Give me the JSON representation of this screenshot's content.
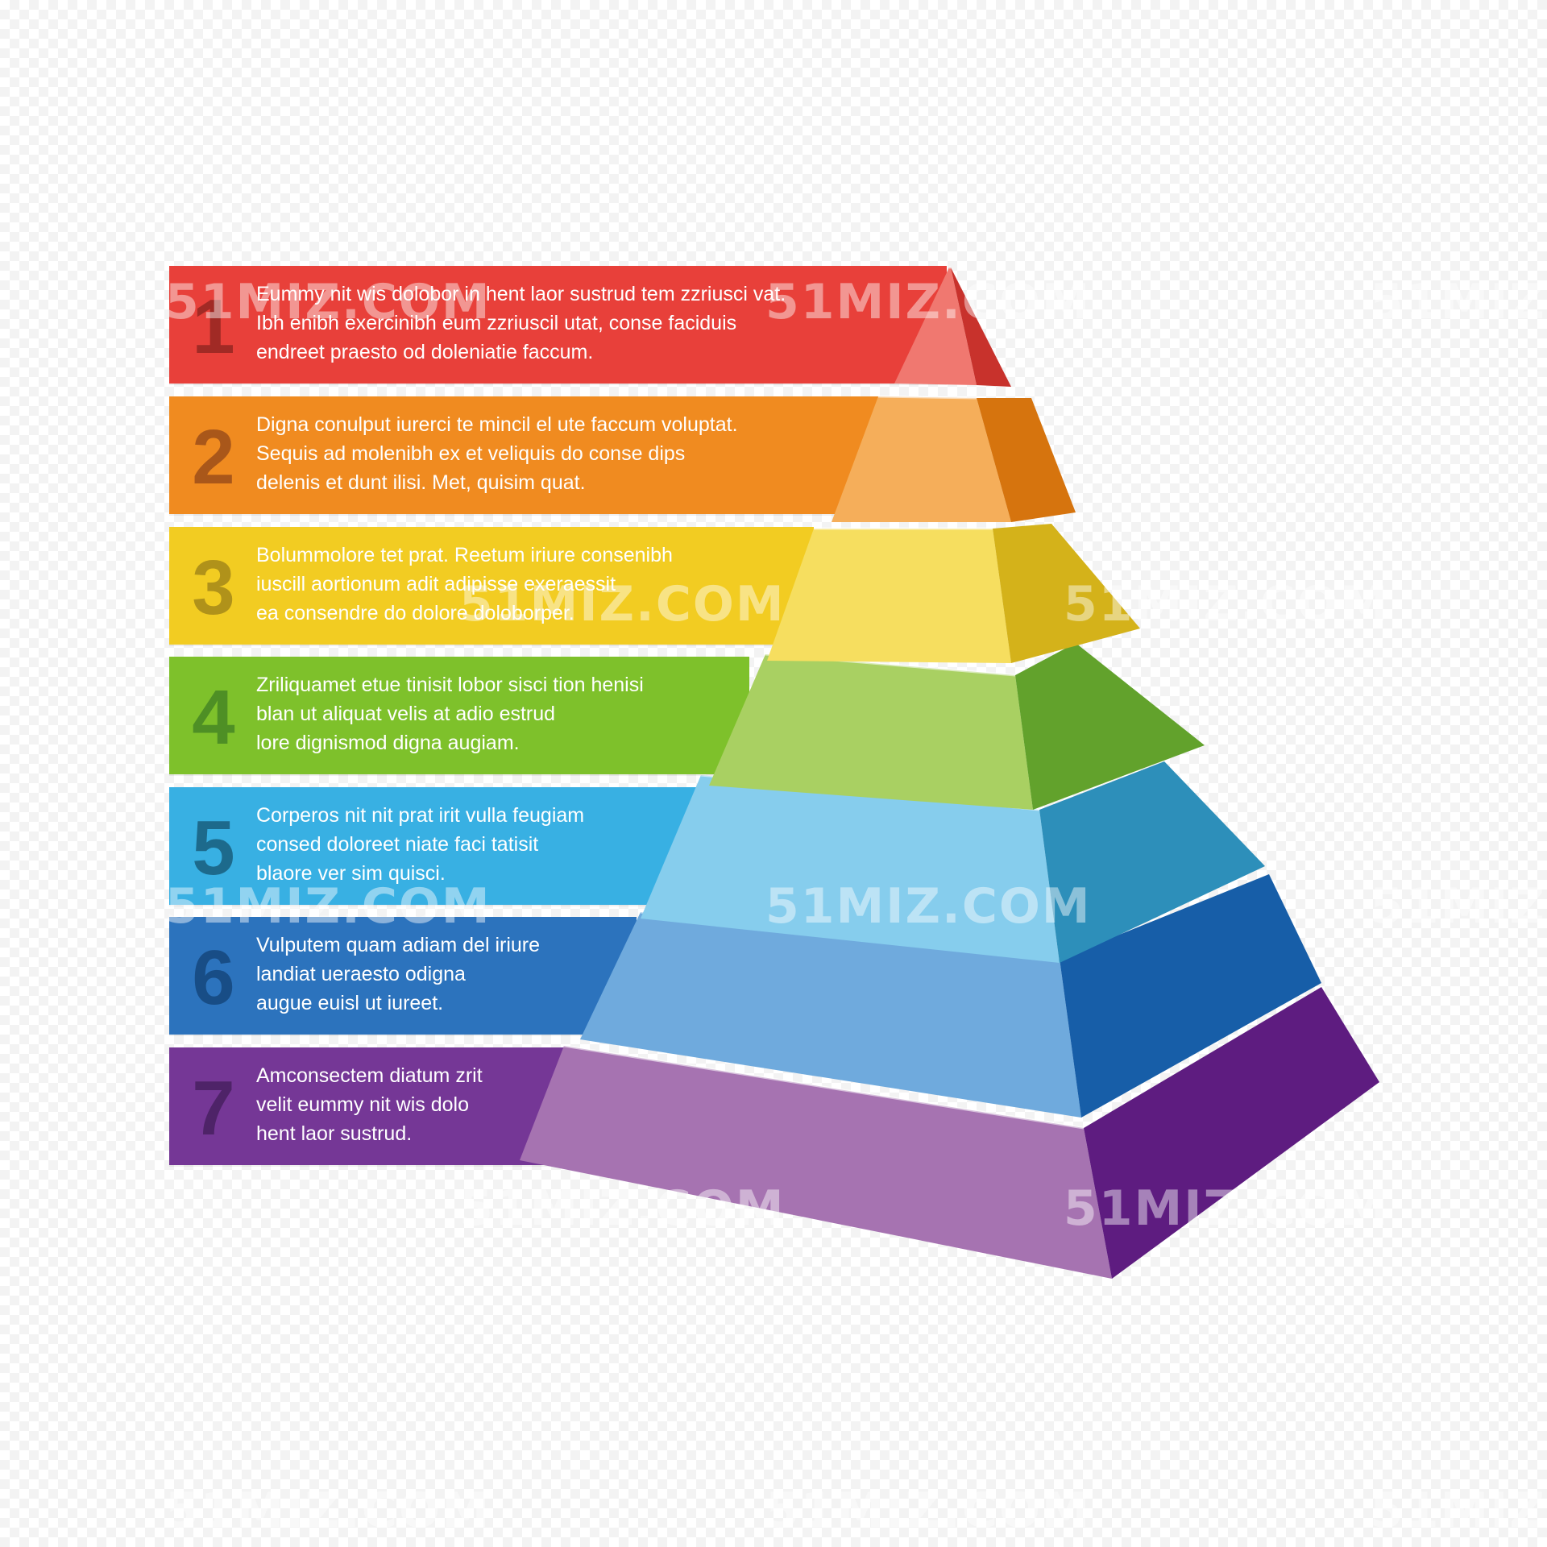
{
  "watermark": "51MIZ.COM",
  "levels": [
    {
      "number": "1",
      "lines": [
        "Eummy nit wis dolobor in hent laor sustrud tem zzriusci vat.",
        "Ibh enibh exercinibh eum zzriuscil utat, conse faciduis",
        "endreet praesto od doleniatie faccum."
      ],
      "colors": {
        "band": "#e8403a",
        "front": "#f07870",
        "side": "#c8322c",
        "num": "#a12a25"
      }
    },
    {
      "number": "2",
      "lines": [
        "Digna conulput iurerci te mincil el ute faccum voluptat.",
        "Sequis ad molenibh ex et veliquis do conse dips",
        "delenis et dunt ilisi. Met, quisim quat."
      ],
      "colors": {
        "band": "#f08b20",
        "front": "#f5ae5a",
        "side": "#d6740e",
        "num": "#a9571a"
      }
    },
    {
      "number": "3",
      "lines": [
        "Bolummolore tet prat. Reetum iriure consenibh",
        " iuscill aortionum adit adipisse exeraessit",
        "ea consendre do dolore doloborper."
      ],
      "colors": {
        "band": "#f2cc22",
        "front": "#f6de5f",
        "side": "#d4b21a",
        "num": "#b0921a"
      }
    },
    {
      "number": "4",
      "lines": [
        "Zriliquamet etue tinisit lobor sisci tion henisi",
        "blan ut aliquat velis at adio estrud",
        "lore dignismod digna augiam."
      ],
      "colors": {
        "band": "#7ec12b",
        "front": "#a9d062",
        "side": "#62a22c",
        "num": "#4e8f25"
      }
    },
    {
      "number": "5",
      "lines": [
        "Corperos nit nit prat irit vulla feugiam",
        "consed doloreet niate faci tatisit",
        "blaore ver sim quisci."
      ],
      "colors": {
        "band": "#38b0e3",
        "front": "#86cded",
        "side": "#2d8fba",
        "num": "#1d6a8c"
      }
    },
    {
      "number": "6",
      "lines": [
        "Vulputem quam adiam del iriure",
        " landiat ueraesto odigna",
        "augue euisl ut iureet."
      ],
      "colors": {
        "band": "#2c73bd",
        "front": "#6faadd",
        "side": "#175ea8",
        "num": "#184d86"
      }
    },
    {
      "number": "7",
      "lines": [
        "Amconsectem diatum zrit",
        "velit eummy nit wis dolo",
        "hent laor sustrud."
      ],
      "colors": {
        "band": "#753796",
        "front": "#a673b1",
        "side": "#5e1c80",
        "num": "#4e2368"
      }
    }
  ]
}
